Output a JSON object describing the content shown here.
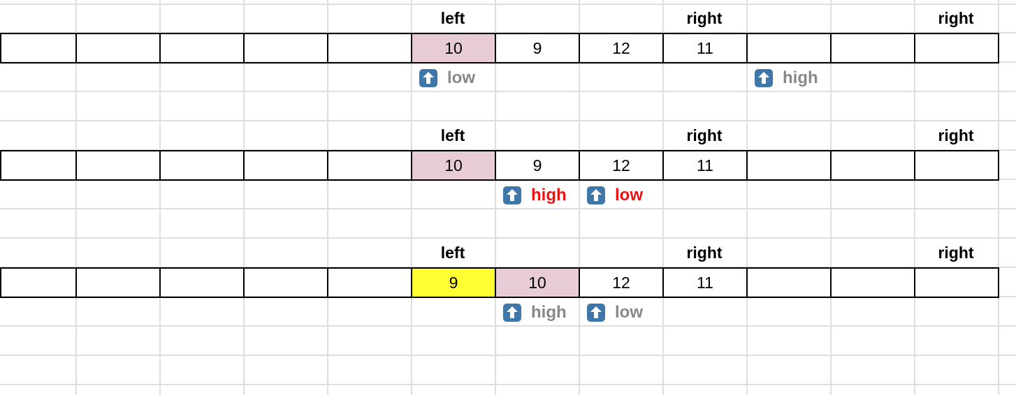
{
  "colors": {
    "grid": "#dedede",
    "border": "#000000",
    "pivot_fill": "#e7ccd7",
    "highlight_fill": "#ffff33",
    "muted_text": "#888888",
    "active_text": "#ee1111",
    "arrow_icon_bg": "#3f78a8"
  },
  "sections": [
    {
      "headers": [
        {
          "col": 5,
          "text": "left"
        },
        {
          "col": 8,
          "text": "right"
        },
        {
          "col": 11,
          "text": "right"
        }
      ],
      "array": [
        {
          "col": 5,
          "value": "10",
          "fill": "pivot"
        },
        {
          "col": 6,
          "value": "9",
          "fill": "none"
        },
        {
          "col": 7,
          "value": "12",
          "fill": "none"
        },
        {
          "col": 8,
          "value": "11",
          "fill": "none"
        }
      ],
      "pointers": [
        {
          "col": 5,
          "label": "low",
          "icon": "up-arrow-icon",
          "state": "muted"
        },
        {
          "col": 9,
          "label": "high",
          "icon": "up-arrow-icon",
          "state": "muted"
        }
      ]
    },
    {
      "headers": [
        {
          "col": 5,
          "text": "left"
        },
        {
          "col": 8,
          "text": "right"
        },
        {
          "col": 11,
          "text": "right"
        }
      ],
      "array": [
        {
          "col": 5,
          "value": "10",
          "fill": "pivot"
        },
        {
          "col": 6,
          "value": "9",
          "fill": "none"
        },
        {
          "col": 7,
          "value": "12",
          "fill": "none"
        },
        {
          "col": 8,
          "value": "11",
          "fill": "none"
        }
      ],
      "pointers": [
        {
          "col": 6,
          "label": "high",
          "icon": "up-arrow-icon",
          "state": "active"
        },
        {
          "col": 7,
          "label": "low",
          "icon": "up-arrow-icon",
          "state": "active"
        }
      ]
    },
    {
      "headers": [
        {
          "col": 5,
          "text": "left"
        },
        {
          "col": 8,
          "text": "right"
        },
        {
          "col": 11,
          "text": "right"
        }
      ],
      "array": [
        {
          "col": 5,
          "value": "9",
          "fill": "highlight"
        },
        {
          "col": 6,
          "value": "10",
          "fill": "pivot"
        },
        {
          "col": 7,
          "value": "12",
          "fill": "none"
        },
        {
          "col": 8,
          "value": "11",
          "fill": "none"
        }
      ],
      "pointers": [
        {
          "col": 6,
          "label": "high",
          "icon": "up-arrow-icon",
          "state": "muted"
        },
        {
          "col": 7,
          "label": "low",
          "icon": "up-arrow-icon",
          "state": "muted"
        }
      ]
    }
  ]
}
